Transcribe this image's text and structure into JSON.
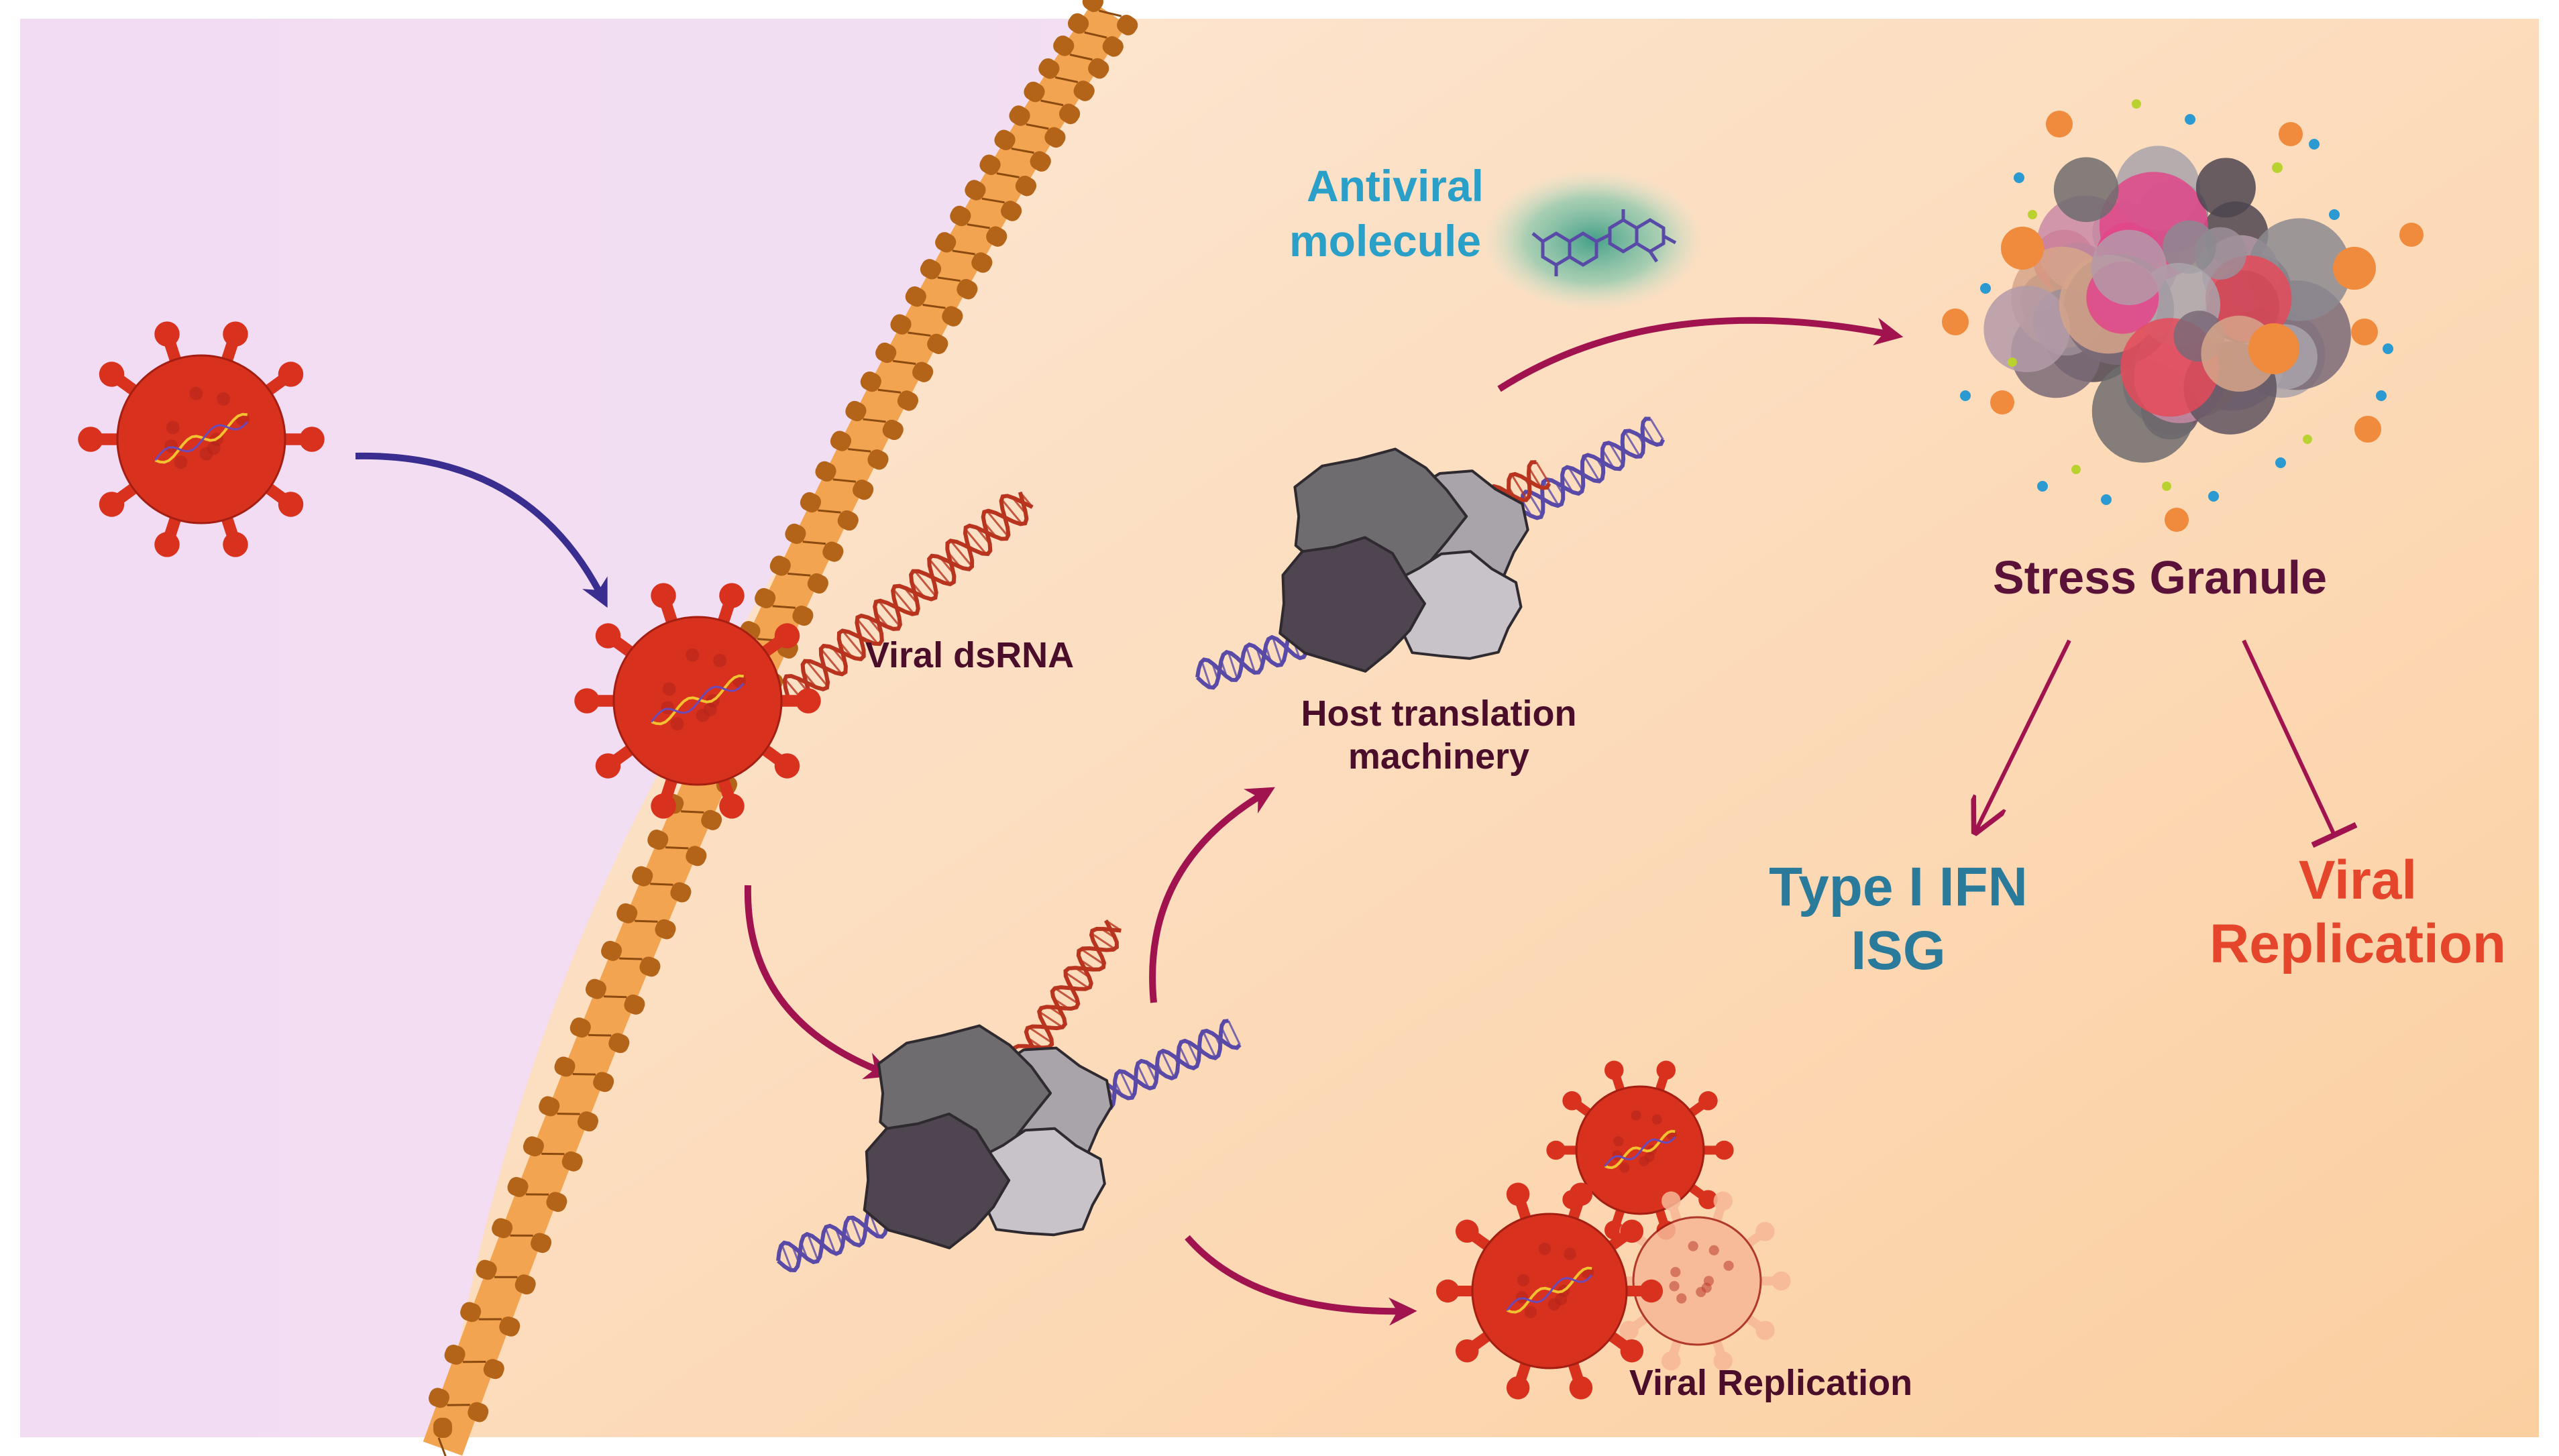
{
  "labels": {
    "viral_dsrna": "Viral dsRNA",
    "host_translation_line1": "Host translation",
    "host_translation_line2": "machinery",
    "antiviral_line1": "Antiviral",
    "antiviral_line2": "molecule",
    "stress_granule": "Stress Granule",
    "type1_ifn_line1": "Type I IFN",
    "type1_ifn_line2": "ISG",
    "viral_replication_big_line1": "Viral",
    "viral_replication_big_line2": "Replication",
    "viral_replication_small": "Viral Replication"
  },
  "colors": {
    "cytoplasm_left": "#f3dff4",
    "cytoplasm_right": "#fbd6b0",
    "membrane": "#f3a450",
    "membrane_bead": "#b46418",
    "virus": "#d8321f",
    "virus_faded": "#f7b796",
    "entry_arrow": "#3a2d90",
    "pathway_arrow": "#a0134f",
    "rna_red": "#b8341f",
    "rna_blue": "#5a4aa8",
    "antiviral_text": "#2aa0c8",
    "antiviral_glow": "#5cb89a",
    "stress_granule_text": "#5a1238",
    "ifn_text": "#2a7a9c",
    "replication_text": "#e5452a",
    "label_dark": "#4a0e2a"
  },
  "icons": [
    "virus-icon",
    "dsrna-helix-icon",
    "ribosome-icon",
    "antiviral-molecule-icon",
    "stress-granule-icon"
  ]
}
